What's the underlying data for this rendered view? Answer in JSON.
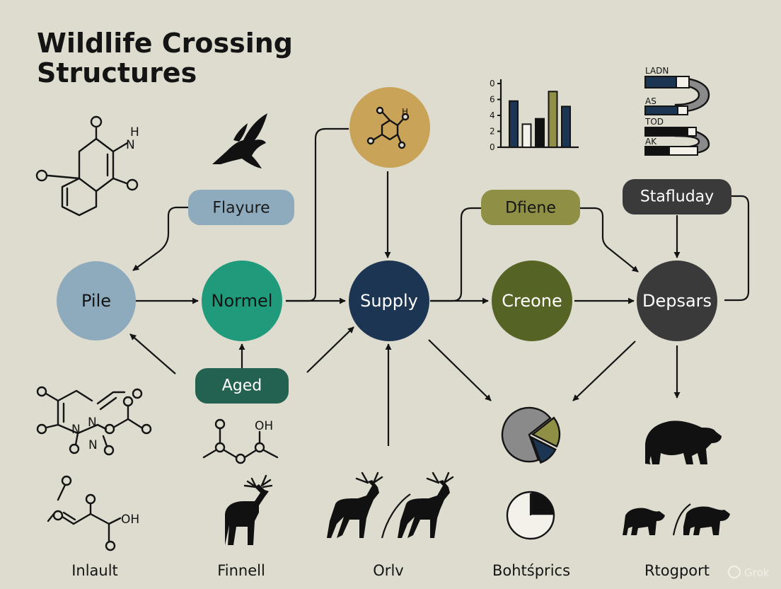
{
  "title": {
    "line1": "Wildlife Crossing",
    "line2": "Structures"
  },
  "colors": {
    "background": "#dedbcf",
    "pile": "#8eabbd",
    "normel": "#1f9b7b",
    "supply": "#1c3552",
    "creone": "#556325",
    "depsars": "#3a3a3a",
    "flayure_pill": "#8eabbd",
    "aged_pill": "#236250",
    "dfiene_pill": "#8f8f45",
    "stafluday_pill": "#3a3a3a",
    "molecule_circle": "#c9a458"
  },
  "nodes": {
    "pile": "Pile",
    "normel": "Normel",
    "supply": "Supply",
    "creone": "Creone",
    "depsars": "Depsars"
  },
  "pills": {
    "flayure": "Flayure",
    "aged": "Aged",
    "dfiene": "Dfiene",
    "stafluday": "Stafluday"
  },
  "bar_chart": {
    "ticks": [
      "0",
      "6",
      "4",
      "2",
      "0"
    ],
    "values": [
      6.8,
      3.4,
      4.2,
      8.2,
      6.0
    ],
    "fills": [
      "#1c3552",
      "#f3f1ea",
      "#111111",
      "#8f8f45",
      "#1c3552"
    ]
  },
  "hbar_legend": {
    "labels": [
      "LADN",
      "AS",
      "TOD",
      "AK"
    ]
  },
  "atoms": {
    "h_top": "H",
    "n_top": "N",
    "h_molecule": "H",
    "n1": "N",
    "n2": "N",
    "oh_mid": "OH",
    "oh_bottom": "OH"
  },
  "pie_chart": {
    "slices": [
      {
        "value": 70,
        "color": "#8a8a8a"
      },
      {
        "value": 18,
        "color": "#8f8f45"
      },
      {
        "value": 12,
        "color": "#1c3552"
      }
    ]
  },
  "captions": {
    "c1": "Inlault",
    "c2": "Finnell",
    "c3": "Orlv",
    "c4": "Bohtśprics",
    "c5": "Rtogport"
  },
  "watermark": "Grok"
}
